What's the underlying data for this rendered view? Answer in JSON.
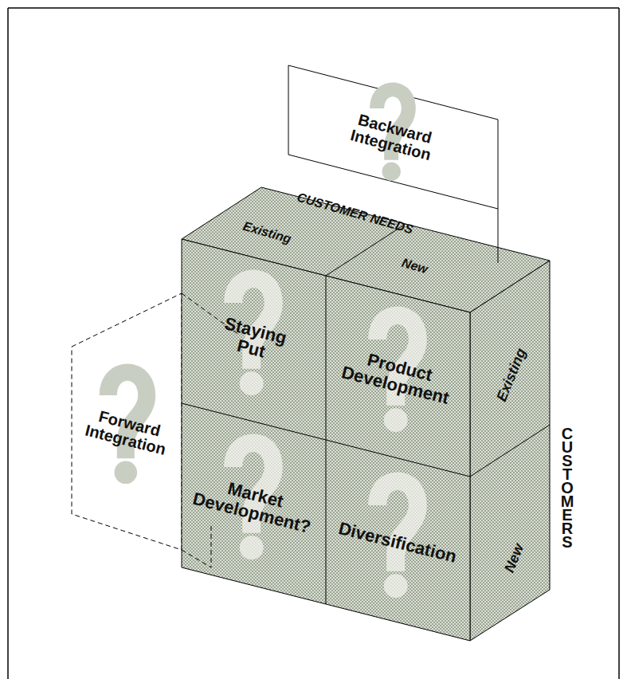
{
  "diagram": {
    "nodes": [
      {
        "text": [
          "Backward Integration"
        ]
      },
      {
        "text": [
          "Staying Put"
        ]
      },
      {
        "text": [
          "Product Development"
        ]
      },
      {
        "text": [
          "Forward Integration"
        ]
      },
      {
        "text": [
          "Market Development?"
        ]
      },
      {
        "text": [
          "Diversification"
        ]
      }
    ],
    "labels": [
      "CUSTOMER NEEDS",
      "Existing",
      "New",
      "Existing",
      "New",
      "CUSTOMERS"
    ]
  }
}
